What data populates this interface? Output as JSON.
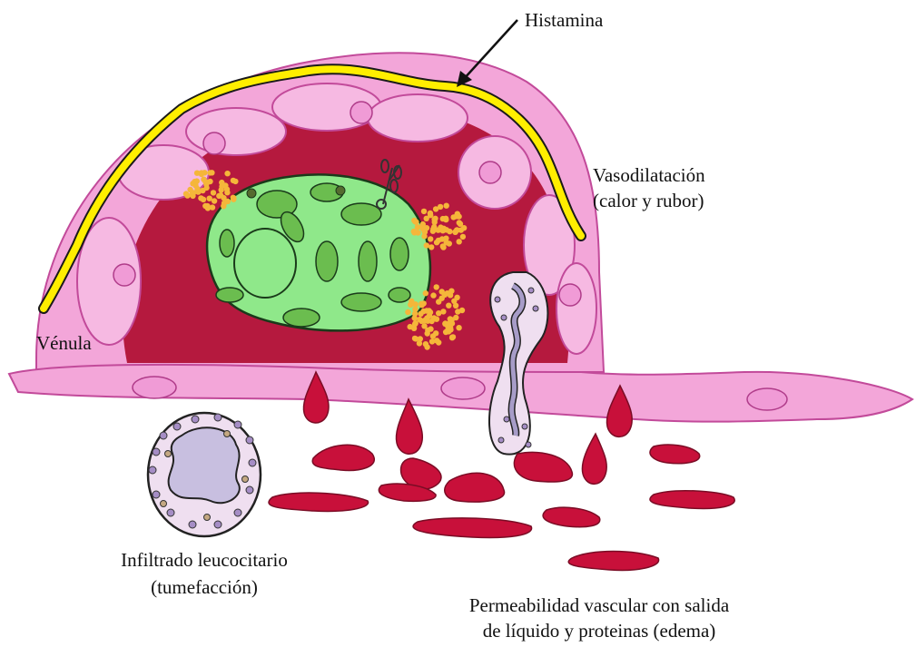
{
  "labels": {
    "histamina": "Histamina",
    "vasodilatacion_line1": "Vasodilatación",
    "vasodilatacion_line2": "(calor y rubor)",
    "venula": "Vénula",
    "infiltrado_line1": "Infiltrado leucocitario",
    "infiltrado_line2": "(tumefacción)",
    "permeabilidad_line1": "Permeabilidad vascular con salida",
    "permeabilidad_line2": "de líquido y proteinas (edema)"
  },
  "colors": {
    "vessel_wall": "#f3a6d9",
    "vessel_outline": "#c24a9a",
    "lumen": "#b5193e",
    "histamine_fiber": "#ffee00",
    "mast_cell": "#8fe88a",
    "mast_cell_outline": "#1a3a1a",
    "granules": "#f5b63a",
    "red_cells": "#c8103a",
    "leukocyte": "#efdff0"
  }
}
